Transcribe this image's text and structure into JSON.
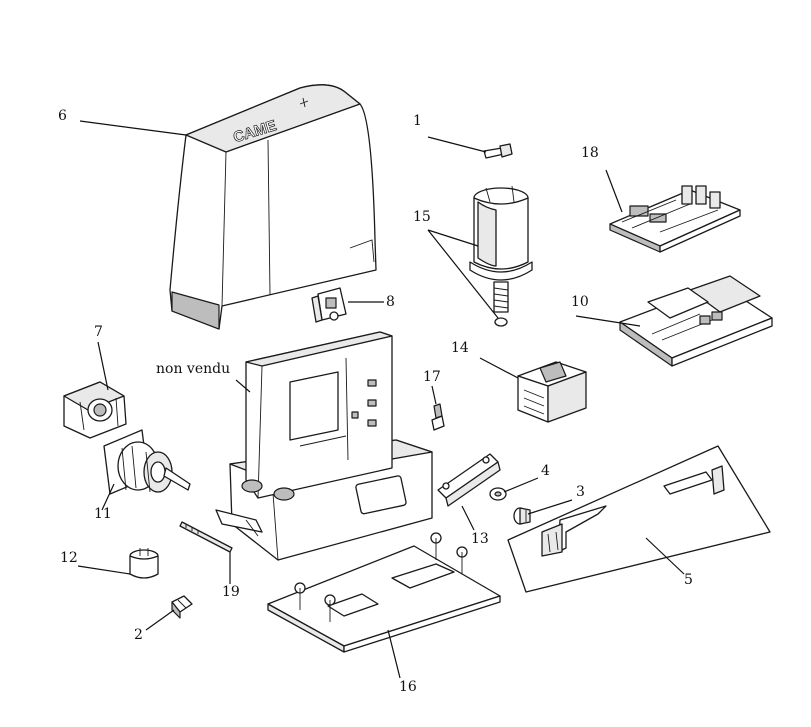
{
  "labels": {
    "p1": "1",
    "p2": "2",
    "p3": "3",
    "p4": "4",
    "p5": "5",
    "p6": "6",
    "p7": "7",
    "p8": "8",
    "p10": "10",
    "p11": "11",
    "p12": "12",
    "p13": "13",
    "p14": "14",
    "p15": "15",
    "p16": "16",
    "p17": "17",
    "p18": "18",
    "p19": "19",
    "non_vendu": "non vendu"
  },
  "cover_logo": "CAME"
}
